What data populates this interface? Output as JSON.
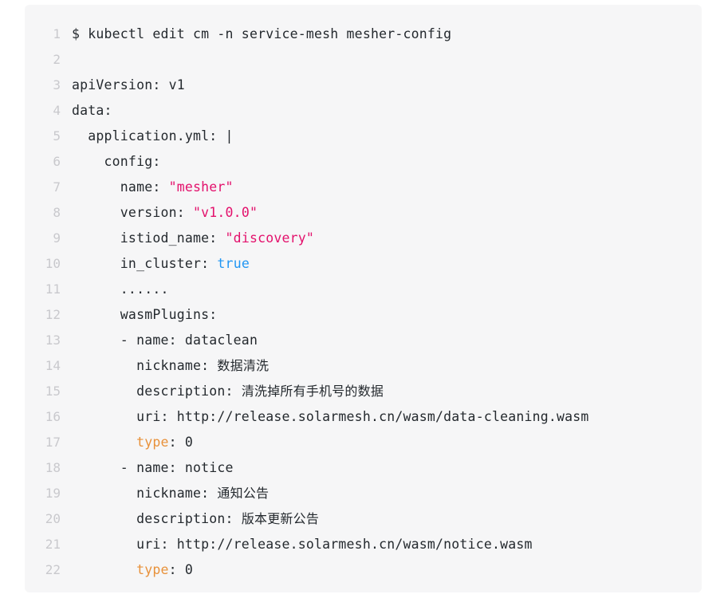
{
  "card": {
    "name": "code-block",
    "background": "#f6f6f7",
    "radius": "6px"
  },
  "colors": {
    "string": "#e3116c",
    "boolean": "#2196f3",
    "highlight_key": "#e8913a",
    "text": "#24292e",
    "line_number": "#c9c9cd",
    "background": "#f6f6f7",
    "page_background": "#ffffff"
  },
  "code": {
    "language": "yaml",
    "total_lines": 22,
    "lines": [
      {
        "number": "1",
        "segments": [
          {
            "text": "$ kubectl edit cm -n service-mesh mesher-config",
            "type": "plain"
          }
        ]
      },
      {
        "number": "2",
        "segments": [
          {
            "text": "",
            "type": "plain"
          }
        ]
      },
      {
        "number": "3",
        "segments": [
          {
            "text": "apiVersion: v1",
            "type": "plain"
          }
        ]
      },
      {
        "number": "4",
        "segments": [
          {
            "text": "data:",
            "type": "plain"
          }
        ]
      },
      {
        "number": "5",
        "segments": [
          {
            "text": "  application.yml: |",
            "type": "plain"
          }
        ]
      },
      {
        "number": "6",
        "segments": [
          {
            "text": "    config:",
            "type": "plain"
          }
        ]
      },
      {
        "number": "7",
        "segments": [
          {
            "text": "      name: ",
            "type": "plain"
          },
          {
            "text": "\"mesher\"",
            "type": "string"
          }
        ]
      },
      {
        "number": "8",
        "segments": [
          {
            "text": "      version: ",
            "type": "plain"
          },
          {
            "text": "\"v1.0.0\"",
            "type": "string"
          }
        ]
      },
      {
        "number": "9",
        "segments": [
          {
            "text": "      istiod_name: ",
            "type": "plain"
          },
          {
            "text": "\"discovery\"",
            "type": "string"
          }
        ]
      },
      {
        "number": "10",
        "segments": [
          {
            "text": "      in_cluster: ",
            "type": "plain"
          },
          {
            "text": "true",
            "type": "boolean"
          }
        ]
      },
      {
        "number": "11",
        "segments": [
          {
            "text": "      ......",
            "type": "dots"
          }
        ]
      },
      {
        "number": "12",
        "segments": [
          {
            "text": "      wasmPlugins:",
            "type": "plain"
          }
        ]
      },
      {
        "number": "13",
        "segments": [
          {
            "text": "      - name: dataclean",
            "type": "plain"
          }
        ]
      },
      {
        "number": "14",
        "segments": [
          {
            "text": "        nickname: ",
            "type": "plain"
          },
          {
            "text": "数据清洗",
            "type": "cjk"
          }
        ]
      },
      {
        "number": "15",
        "segments": [
          {
            "text": "        description: ",
            "type": "plain"
          },
          {
            "text": "清洗掉所有手机号的数据",
            "type": "cjk"
          }
        ]
      },
      {
        "number": "16",
        "segments": [
          {
            "text": "        uri: http://release.solarmesh.cn/wasm/data-cleaning.wasm",
            "type": "plain"
          }
        ]
      },
      {
        "number": "17",
        "segments": [
          {
            "text": "        ",
            "type": "plain"
          },
          {
            "text": "type",
            "type": "highlight_key"
          },
          {
            "text": ": 0",
            "type": "plain"
          }
        ]
      },
      {
        "number": "18",
        "segments": [
          {
            "text": "      - name: notice",
            "type": "plain"
          }
        ]
      },
      {
        "number": "19",
        "segments": [
          {
            "text": "        nickname: ",
            "type": "plain"
          },
          {
            "text": "通知公告",
            "type": "cjk"
          }
        ]
      },
      {
        "number": "20",
        "segments": [
          {
            "text": "        description: ",
            "type": "plain"
          },
          {
            "text": "版本更新公告",
            "type": "cjk"
          }
        ]
      },
      {
        "number": "21",
        "segments": [
          {
            "text": "        uri: http://release.solarmesh.cn/wasm/notice.wasm",
            "type": "plain"
          }
        ]
      },
      {
        "number": "22",
        "segments": [
          {
            "text": "        ",
            "type": "plain"
          },
          {
            "text": "type",
            "type": "highlight_key"
          },
          {
            "text": ": 0",
            "type": "plain"
          }
        ]
      }
    ]
  }
}
